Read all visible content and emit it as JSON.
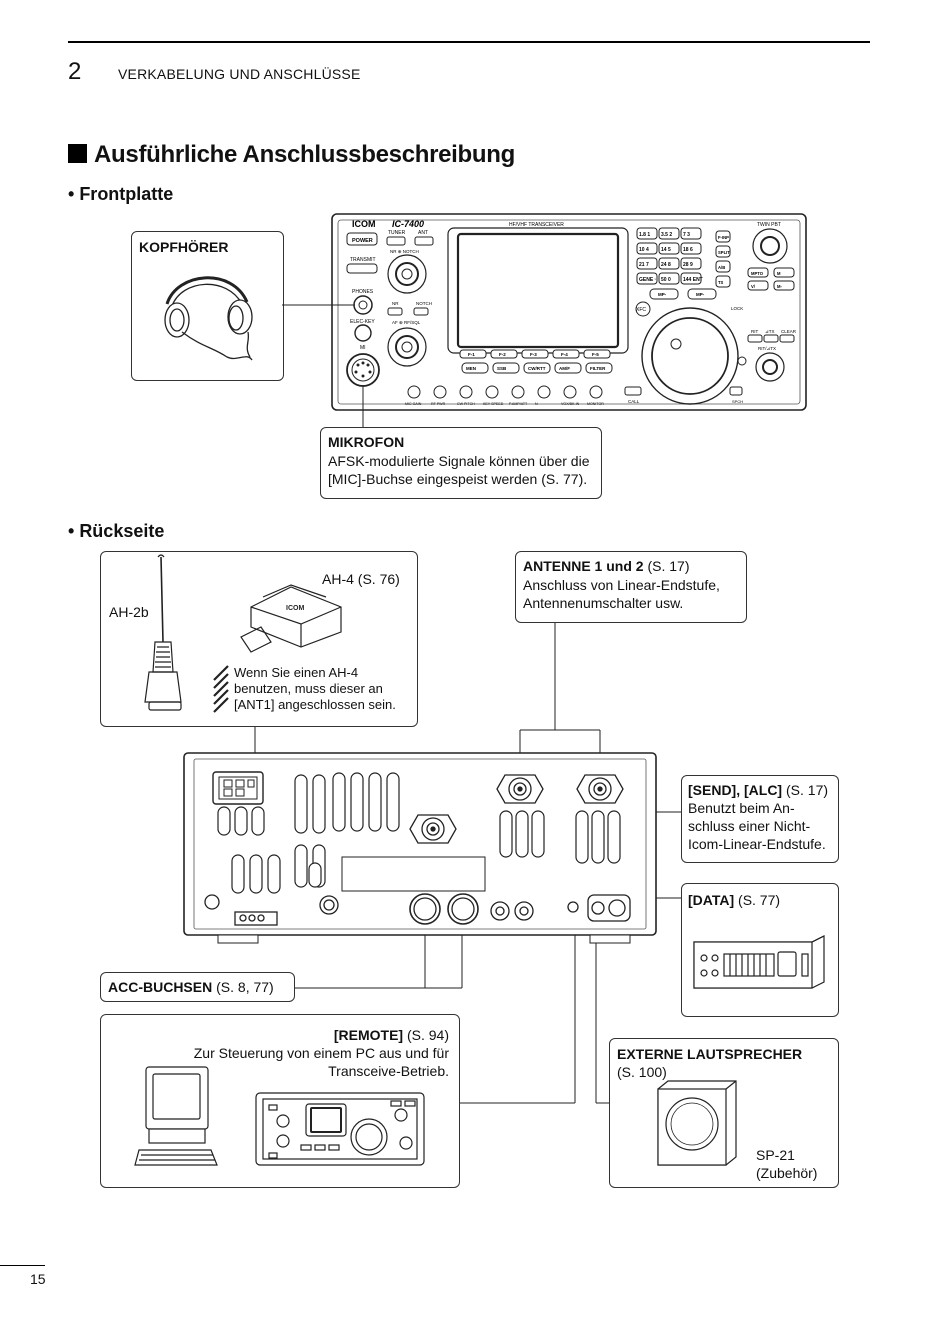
{
  "header": {
    "chapter_number": "2",
    "chapter_title": "VERKABELUNG UND ANSCHLÜSSE"
  },
  "section_title": "Ausführliche Anschlussbeschreibung",
  "front": {
    "heading": "Frontplatte",
    "phones_box": {
      "title": "KOPFHÖRER"
    },
    "mic_box": {
      "title": "MIKROFON",
      "text_line1": "AFSK-modulierte Signale können über die",
      "text_line2": "[MIC]-Buchse eingespeist werden (S. 77)."
    },
    "radio": {
      "brand": "ICOM",
      "model": "IC-7400",
      "display_label": "HF/VHF TRANSCEIVER",
      "power": "POWER",
      "transmit": "TRANSMIT",
      "phones": "PHONES",
      "elec_key": "ELEC-KEY",
      "mic": "MI",
      "tuner": "TUNER",
      "ant": "ANT",
      "nr_notch": "NR ⊕ NOTCH",
      "nr": "NR",
      "notch": "NOTCH",
      "af_rf": "AF ⊕ RF/SQL",
      "twin_pbt": "TWIN PBT",
      "rit": "RIT",
      "dtx": "⊿TX",
      "clear": "CLEAR",
      "rit_dtx": "RIT/⊿TX",
      "lock": "LOCK",
      "speech": "SPCH",
      "call": "CALL",
      "f_keys": [
        "F-1",
        "F-2",
        "F-3",
        "F-4",
        "F-5"
      ],
      "mode_keys": [
        "MEN",
        "SSB",
        "CW/RTT",
        "AM/F",
        "FILTER"
      ],
      "knob_labels": [
        "MIC GAIN",
        "RF PWR",
        "CW PITCH",
        "KEY SPEED",
        "P.AMP/ATT",
        "N",
        "VOX/BK-IN",
        "MONITOR"
      ],
      "keypad": [
        "1.8 1",
        "3.5 2",
        "7 3",
        "10 4",
        "14 5",
        "18 6",
        "21 7",
        "24 8",
        "28 9",
        "GENE ·",
        "50 0",
        "144 ENT"
      ],
      "right_keys": [
        "F-INP",
        "SPLIT",
        "A/B",
        "TS"
      ],
      "mp_keys": [
        "MP-",
        "MP-"
      ],
      "side_keys": [
        "MPTO",
        "M",
        "V/",
        "M-"
      ],
      "xfc": "XFC"
    }
  },
  "rear": {
    "heading": "Rückseite",
    "antenna_box": {
      "ah2b": "AH-2b",
      "ah4": "AH-4 (S. 76)",
      "note_line1": "Wenn Sie einen AH-4",
      "note_line2": "benutzen, muss dieser an",
      "note_line3": "[ANT1] angeschlossen sein."
    },
    "antenne_box": {
      "title": "ANTENNE 1 und 2",
      "ref": " (S. 17)",
      "line2": "Anschluss von Linear-Endstufe,",
      "line3": "Antennenumschalter usw."
    },
    "send_alc_box": {
      "title": "[SEND], [ALC]",
      "ref": " (S. 17)",
      "line2": "Benutzt beim An-",
      "line3": "schluss einer Nicht-",
      "line4": "Icom-Linear-Endstufe."
    },
    "data_box": {
      "title": "[DATA]",
      "ref": " (S. 77)"
    },
    "acc_box": {
      "title": "ACC-BUCHSEN",
      "ref": " (S. 8, 77)"
    },
    "remote_box": {
      "title": "[REMOTE]",
      "ref": " (S. 94)",
      "line2": "Zur Steuerung von einem PC aus und für",
      "line3": "Transceive-Betrieb."
    },
    "speaker_box": {
      "title": "EXTERNE LAUTSPRECHER",
      "ref": "(S. 100)",
      "model": "SP-21",
      "accessory": "(Zubehör)"
    }
  },
  "footer": {
    "page_number": "15"
  }
}
